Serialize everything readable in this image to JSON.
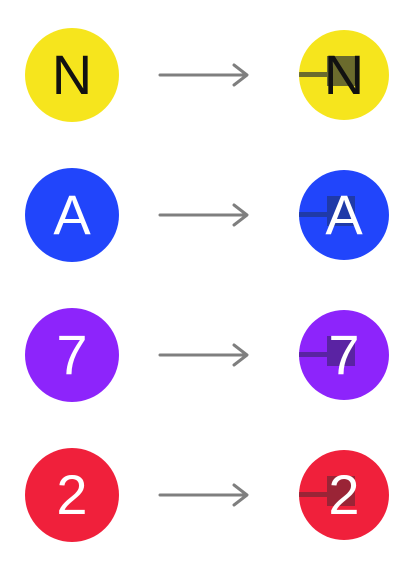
{
  "rows": [
    {
      "label": "N",
      "fill": "#f6e51d",
      "glyph_color": "#111111",
      "marked_fill": "#f6e51d",
      "marked_glyph_color": "#111111",
      "mark_color": "#6b6b2d"
    },
    {
      "label": "A",
      "fill": "#2145fb",
      "glyph_color": "#ffffff",
      "marked_fill": "#2145fb",
      "marked_glyph_color": "#ffffff",
      "mark_color": "#1f3aa8"
    },
    {
      "label": "7",
      "fill": "#8d24fb",
      "glyph_color": "#ffffff",
      "marked_fill": "#8d24fb",
      "marked_glyph_color": "#ffffff",
      "mark_color": "#5a23a3"
    },
    {
      "label": "2",
      "fill": "#f0203b",
      "glyph_color": "#ffffff",
      "marked_fill": "#f0203b",
      "marked_glyph_color": "#ffffff",
      "mark_color": "#9a2436"
    }
  ],
  "arrow": {
    "icon": "right-arrow-icon",
    "color": "#7f7f7f"
  }
}
